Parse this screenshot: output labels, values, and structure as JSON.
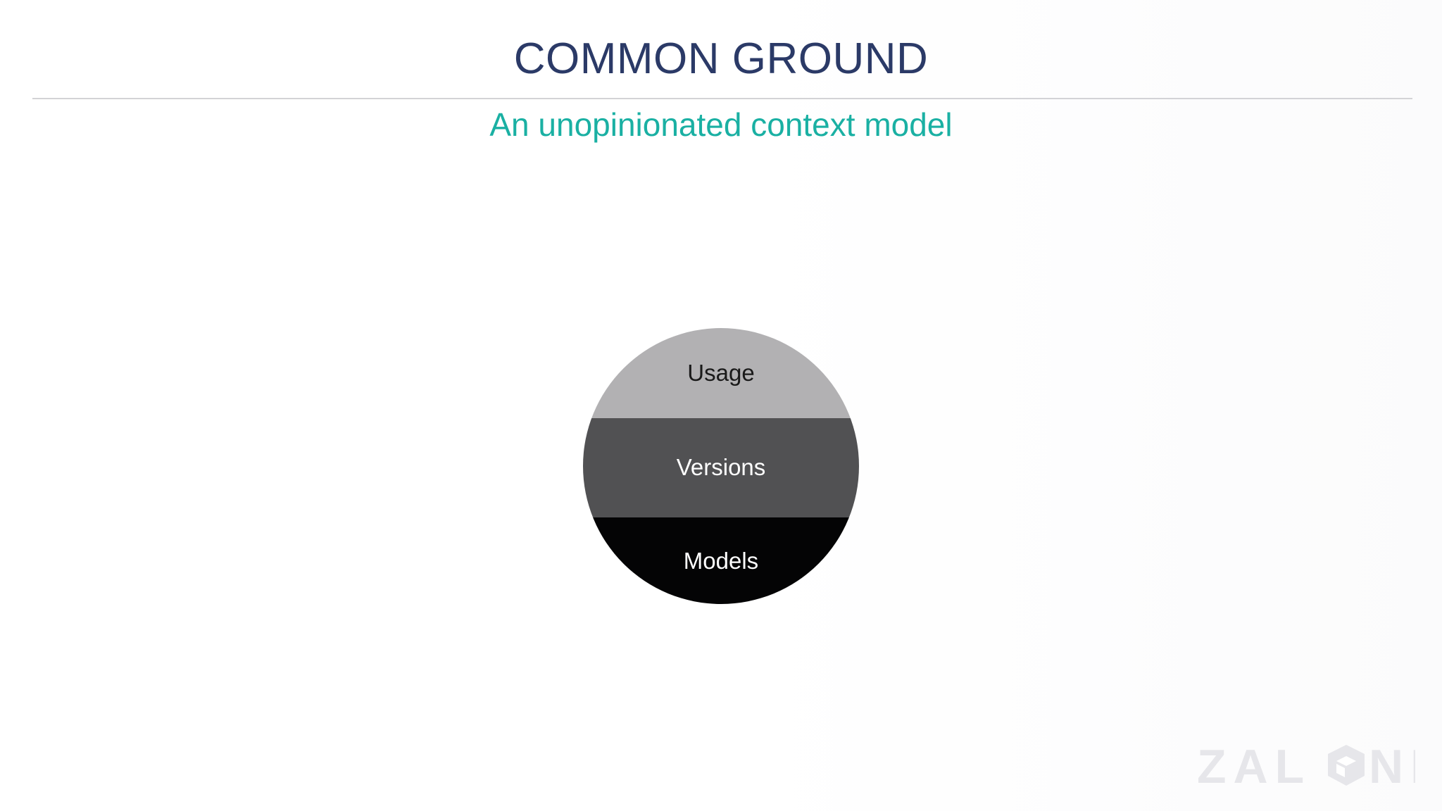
{
  "slide": {
    "title": "COMMON GROUND",
    "subtitle": "An unopinionated context model"
  },
  "diagram": {
    "layers": [
      {
        "label": "Usage",
        "fill": "#b2b1b3",
        "text_color": "#1a1a1a"
      },
      {
        "label": "Versions",
        "fill": "#515153",
        "text_color": "#ffffff"
      },
      {
        "label": "Models",
        "fill": "#040405",
        "text_color": "#ffffff"
      }
    ]
  },
  "logo": {
    "text": "ZALONI",
    "color": "#e6e6ea"
  },
  "colors": {
    "title": "#2b3a67",
    "subtitle": "#1ab0a3",
    "divider": "#d3d3d6"
  }
}
